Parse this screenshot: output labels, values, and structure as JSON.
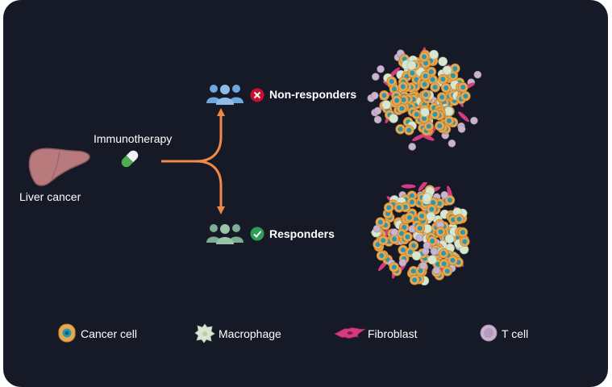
{
  "labels": {
    "liver": "Liver cancer",
    "treatment": "Immunotherapy",
    "non_responders": "Non-responders",
    "responders": "Responders"
  },
  "legend": [
    {
      "label": "Cancer cell",
      "icon": "cancer-cell-icon"
    },
    {
      "label": "Macrophage",
      "icon": "macrophage-icon"
    },
    {
      "label": "Fibroblast",
      "icon": "fibroblast-icon"
    },
    {
      "label": "T cell",
      "icon": "t-cell-icon"
    }
  ],
  "colors": {
    "background": "#161a27",
    "arrow": "#f08a4b",
    "non_responder_people": "#6fa8dc",
    "responder_people": "#7dae93",
    "cross_badge": "#c8102e",
    "check_badge": "#2e9e57",
    "liver": "#b97a7e",
    "cancer_cell": "#e8a84f",
    "cancer_nucleus": "#2a96b0",
    "macrophage": "#d8e6cf",
    "fibroblast": "#d63b7f",
    "t_cell": "#c9b3cf"
  }
}
